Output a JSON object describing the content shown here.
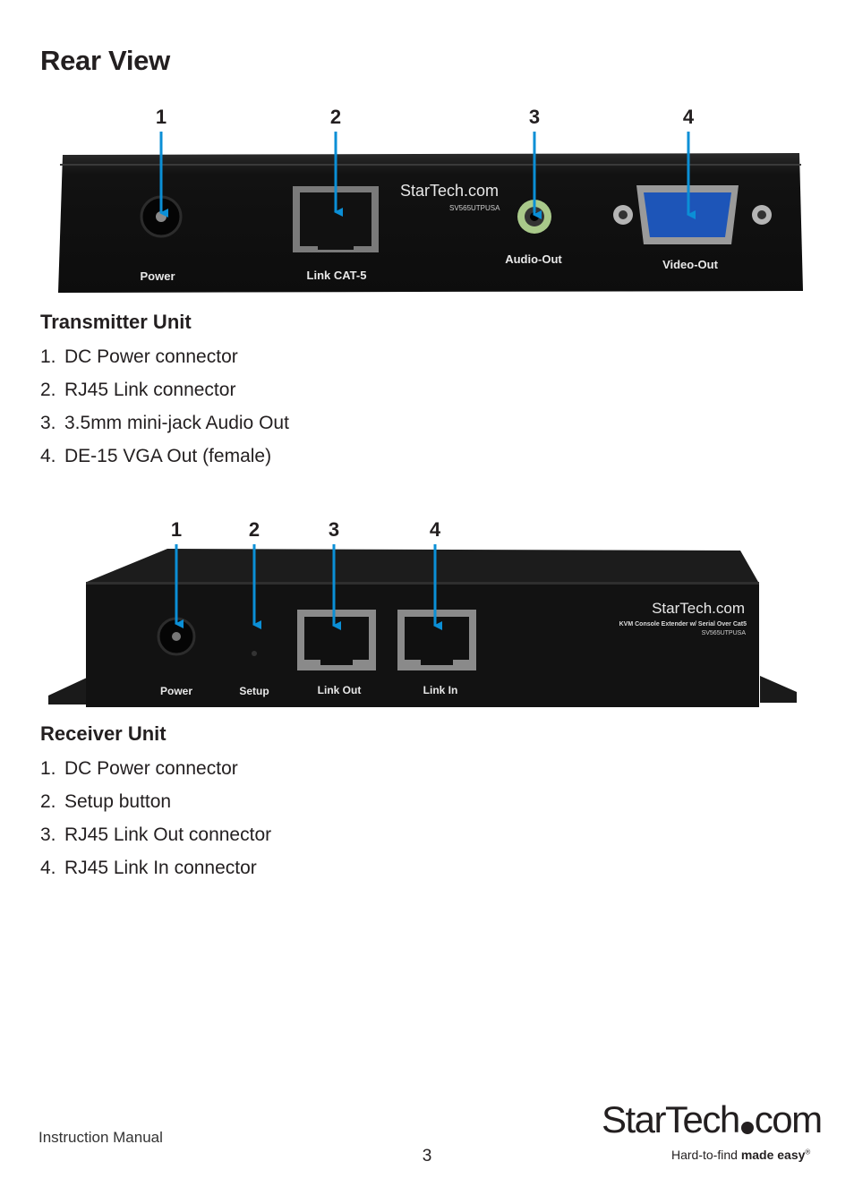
{
  "page": {
    "title": "Rear View"
  },
  "transmitter": {
    "callouts": [
      "1",
      "2",
      "3",
      "4"
    ],
    "photo_labels": {
      "power": "Power",
      "link": "Link CAT-5",
      "audio": "Audio-Out",
      "video": "Video-Out",
      "brand": "StarTech.com",
      "model": "SV565UTPUSA"
    },
    "heading": "Transmitter Unit",
    "items": [
      {
        "num": "1.",
        "text": "DC Power connector"
      },
      {
        "num": "2.",
        "text": "RJ45 Link connector"
      },
      {
        "num": "3.",
        "text": "3.5mm mini-jack Audio Out"
      },
      {
        "num": "4.",
        "text": "DE-15 VGA Out (female)"
      }
    ]
  },
  "receiver": {
    "callouts": [
      "1",
      "2",
      "3",
      "4"
    ],
    "photo_labels": {
      "power": "Power",
      "setup": "Setup",
      "link_out": "Link Out",
      "link_in": "Link In",
      "brand": "StarTech.com",
      "product": "KVM Console Extender w/ Serial Over Cat5",
      "model": "SV565UTPUSA"
    },
    "heading": "Receiver Unit",
    "items": [
      {
        "num": "1.",
        "text": "DC Power connector"
      },
      {
        "num": "2.",
        "text": "Setup button"
      },
      {
        "num": "3.",
        "text": "RJ45 Link Out connector"
      },
      {
        "num": "4.",
        "text": "RJ45 Link In connector"
      }
    ]
  },
  "footer": {
    "manual_label": "Instruction Manual",
    "page_number": "3",
    "brand_left": "StarTech",
    "brand_right": "com",
    "tagline_plain": "Hard-to-find ",
    "tagline_bold": "made easy",
    "registered": "®"
  },
  "colors": {
    "arrow": "#0b8fd6",
    "device": "#151515",
    "text": "#231f20"
  }
}
